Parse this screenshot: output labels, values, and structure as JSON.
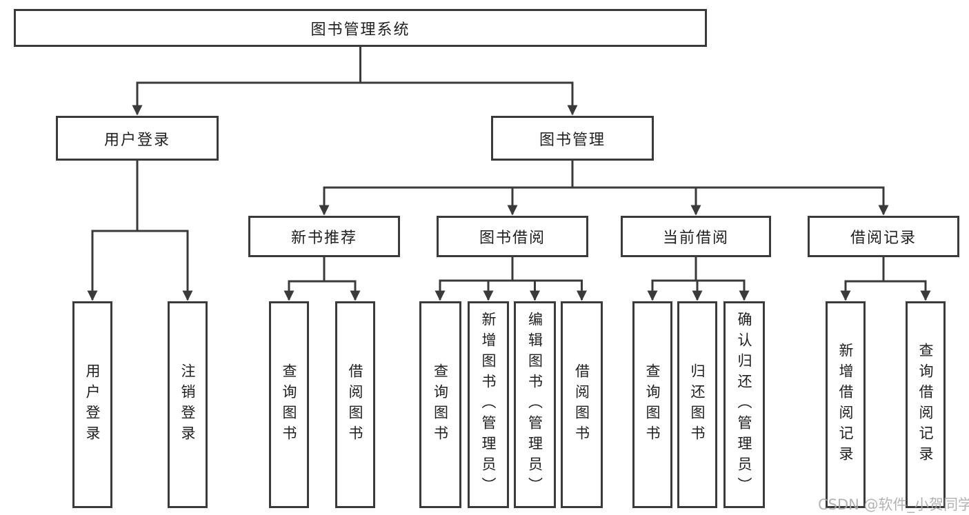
{
  "tree": {
    "root": {
      "label": "图书管理系统"
    },
    "branches": [
      {
        "label": "用户登录",
        "children": [
          {
            "label": "用户登录"
          },
          {
            "label": "注销登录"
          }
        ]
      },
      {
        "label": "图书管理",
        "children": [
          {
            "label": "新书推荐",
            "children": [
              {
                "label": "查询图书"
              },
              {
                "label": "借阅图书"
              }
            ]
          },
          {
            "label": "图书借阅",
            "children": [
              {
                "label": "查询图书"
              },
              {
                "label": "新增图书（管理员）"
              },
              {
                "label": "编辑图书（管理员）"
              },
              {
                "label": "借阅图书"
              }
            ]
          },
          {
            "label": "当前借阅",
            "children": [
              {
                "label": "查询图书"
              },
              {
                "label": "归还图书"
              },
              {
                "label": "确认归还（管理员）"
              }
            ]
          },
          {
            "label": "借阅记录",
            "children": [
              {
                "label": "新增借阅记录"
              },
              {
                "label": "查询借阅记录"
              }
            ]
          }
        ]
      }
    ]
  },
  "watermark": {
    "text": "CSDN @软件_小贺同学"
  },
  "colors": {
    "line": "#3a3a3a",
    "text": "#1f1f1f",
    "watermark": "#ababab",
    "bg": "#ffffff"
  }
}
